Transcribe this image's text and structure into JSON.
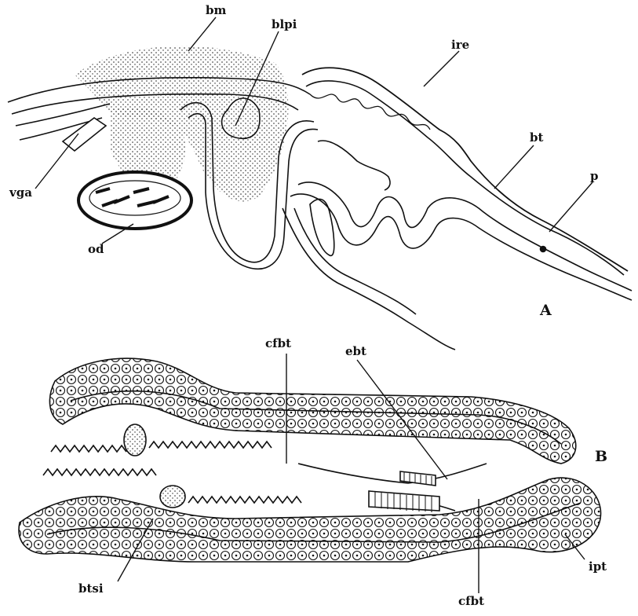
{
  "panels": {
    "a": "A",
    "b": "B"
  },
  "labels": {
    "bm": "bm",
    "blpi": "blpi",
    "ire": "ire",
    "bt": "bt",
    "p": "p",
    "vga": "vga",
    "od": "od",
    "cfbt_top": "cfbt",
    "ebt": "ebt",
    "btsi": "btsi",
    "cfbt_bottom": "cfbt",
    "ipt": "ipt"
  },
  "colors": {
    "ink": "#111111",
    "paper": "#ffffff"
  }
}
